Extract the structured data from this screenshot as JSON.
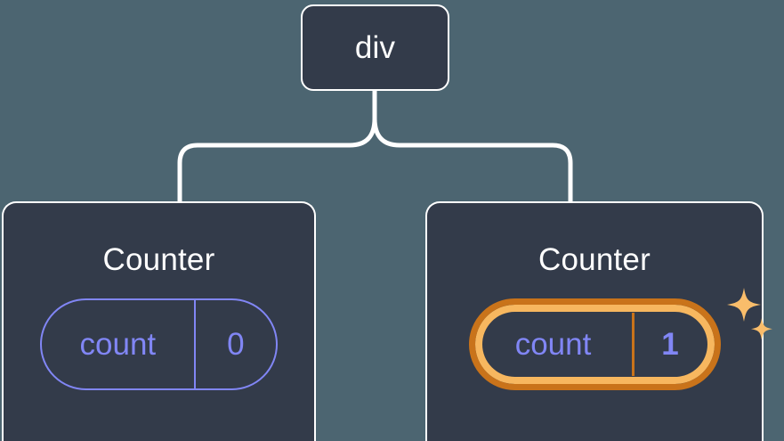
{
  "diagram": {
    "type": "component-tree",
    "background_color": "#4c6571",
    "node_fill_color": "#333b4a",
    "node_border_color": "#ffffff",
    "connector_color": "#ffffff",
    "state_color": "#8186f5",
    "highlight_outer_color": "#c9731a",
    "highlight_inner_color": "#f7b75f",
    "sparkle_color": "#f9bd6b"
  },
  "root": {
    "label": "div"
  },
  "children": [
    {
      "title": "Counter",
      "state": {
        "key": "count",
        "value": "0"
      },
      "highlighted": false
    },
    {
      "title": "Counter",
      "state": {
        "key": "count",
        "value": "1"
      },
      "highlighted": true
    }
  ]
}
